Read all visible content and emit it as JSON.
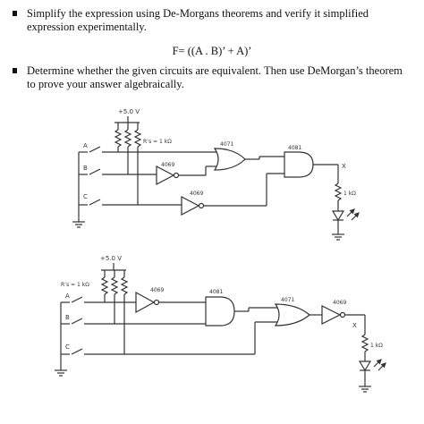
{
  "task1": {
    "text": "Simplify the expression using De-Morgans theorems and verify it simplified expression experimentally.",
    "formula": "F= ((A . B)’ + A)’"
  },
  "task2": {
    "text": "Determine whether the given circuits are equivalent. Then use DeMorgan’s theorem  to prove your answer algebraically."
  },
  "circuit1": {
    "supply": "+5.0 V",
    "resistors": "R’s = 1 kΩ",
    "inputs": [
      "A",
      "B",
      "C"
    ],
    "ic_nand": "4071",
    "ic_not1": "4069",
    "ic_not2": "4069",
    "ic_or": "4081",
    "output": "X",
    "load": "1 kΩ"
  },
  "circuit2": {
    "supply": "+5.0 V",
    "resistors": "R’s = 1 kΩ",
    "inputs": [
      "A",
      "B",
      "C"
    ],
    "ic_not1": "4069",
    "ic_and": "4081",
    "ic_or": "4071",
    "ic_not2": "4069",
    "output": "X",
    "load": "1 kΩ"
  }
}
